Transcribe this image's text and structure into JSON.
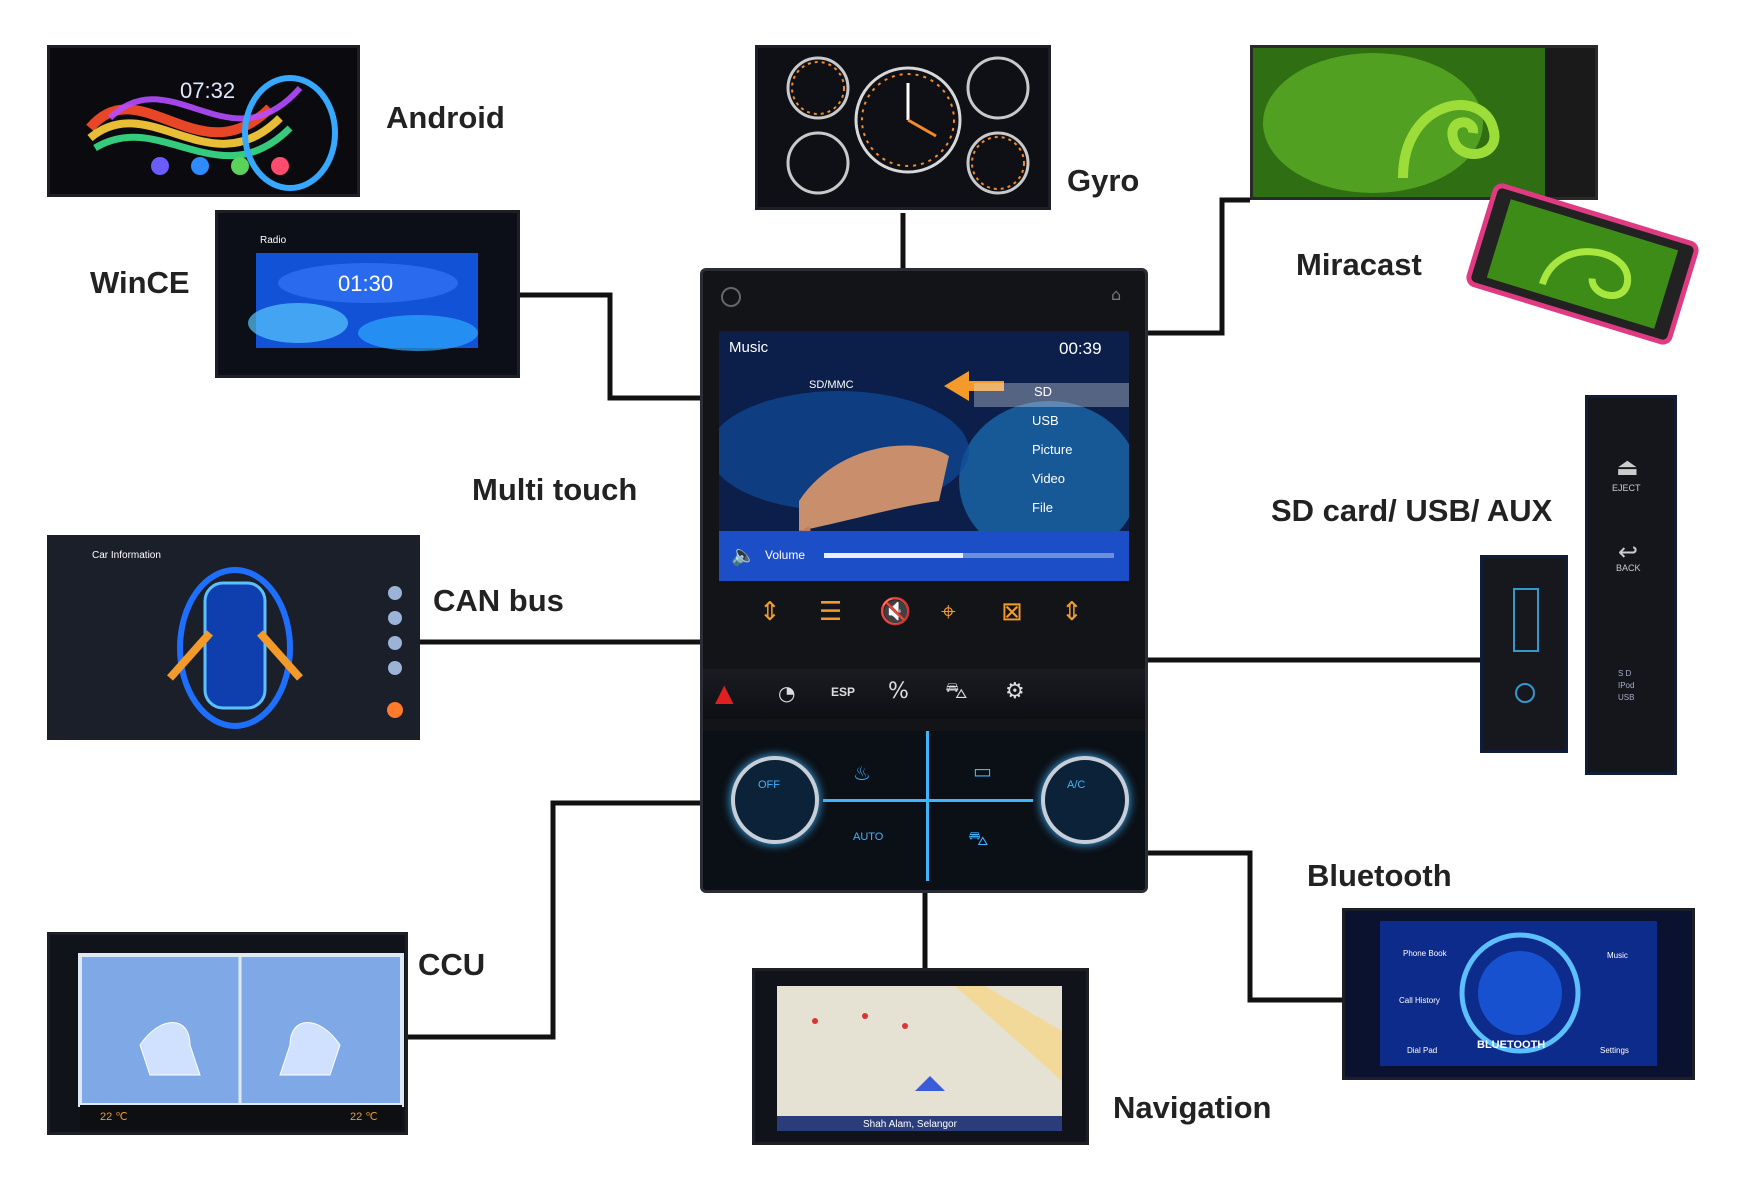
{
  "features": {
    "android": {
      "label": "Android",
      "clock": "07:32"
    },
    "wince": {
      "label": "WinCE",
      "clock": "01:30",
      "title": "Radio"
    },
    "gyro": {
      "label": "Gyro"
    },
    "miracast": {
      "label": "Miracast"
    },
    "multi_touch": {
      "label": "Multi touch"
    },
    "can_bus": {
      "label": "CAN bus",
      "title": "Car Information"
    },
    "sd_usb_aux": {
      "label": "SD card/ USB/ AUX",
      "eject": "EJECT",
      "back": "BACK",
      "ports": "S D\nIPod\nUSB"
    },
    "ccu": {
      "label": "CCU",
      "temp_left": "22 ℃",
      "temp_right": "22 ℃"
    },
    "navigation": {
      "label": "Navigation",
      "location": "Shah Alam, Selangor"
    },
    "bluetooth": {
      "label": "Bluetooth",
      "center": "BLUETOOTH",
      "phone_book": "Phone Book",
      "call_history": "Call History",
      "dial_pad": "Dial Pad",
      "music": "Music",
      "settings": "Settings"
    }
  },
  "head_unit": {
    "screen_title": "Music",
    "screen_time": "00:39",
    "source_label": "SD/MMC",
    "menu": [
      "SD",
      "USB",
      "Picture",
      "Video",
      "File"
    ],
    "volume_label": "Volume",
    "volume_level": 0.48,
    "ac_left": "OFF",
    "ac_right": "A/C",
    "auto_label": "AUTO",
    "esp_label": "ESP"
  },
  "colors": {
    "accent_orange": "#f39a2a",
    "screen_blue": "#1a4fb5",
    "glow_blue": "#3fb4ff",
    "line": "#111111"
  }
}
